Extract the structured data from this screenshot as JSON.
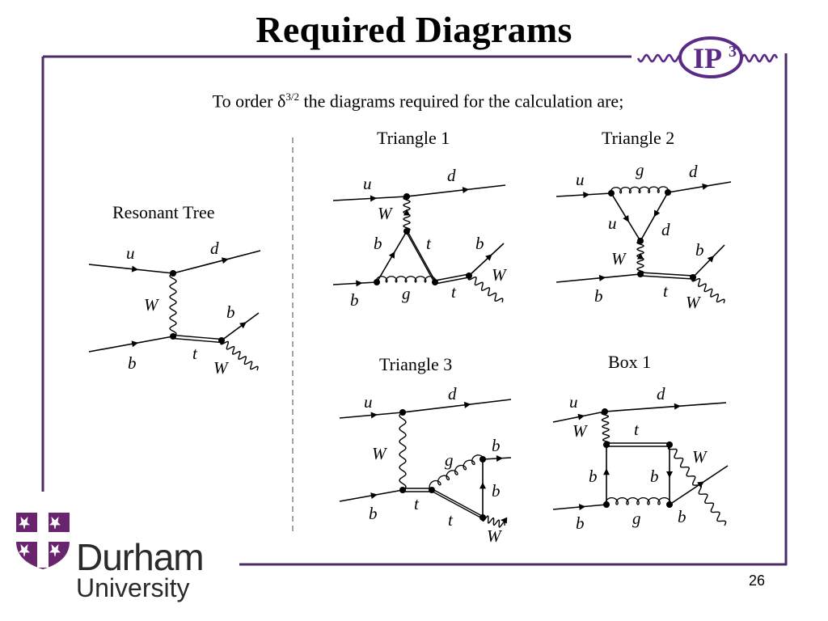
{
  "slide": {
    "title": "Required Diagrams",
    "intro_prefix": "To order δ",
    "intro_exponent": "3/2",
    "intro_suffix": " the diagrams required for the calculation are;",
    "page_number": "26",
    "colors": {
      "frame": "#4b2a68",
      "purple": "#5b2a86"
    }
  },
  "diagrams": {
    "resonant_tree": {
      "title": "Resonant Tree",
      "labels": [
        "u",
        "d",
        "W",
        "b",
        "b",
        "t",
        "W"
      ]
    },
    "triangle1": {
      "title": "Triangle 1",
      "labels": [
        "u",
        "d",
        "W",
        "b",
        "t",
        "b",
        "W",
        "b",
        "g",
        "t"
      ]
    },
    "triangle2": {
      "title": "Triangle 2",
      "labels": [
        "u",
        "g",
        "d",
        "u",
        "d",
        "W",
        "b",
        "b",
        "t",
        "W"
      ]
    },
    "triangle3": {
      "title": "Triangle 3",
      "labels": [
        "u",
        "d",
        "W",
        "g",
        "b",
        "b",
        "b",
        "t",
        "t",
        "W"
      ]
    },
    "box1": {
      "title": "Box 1",
      "labels": [
        "u",
        "d",
        "W",
        "t",
        "W",
        "b",
        "b",
        "b",
        "g",
        "b"
      ]
    }
  },
  "logos": {
    "ip3": {
      "text": "IP",
      "superscript": "3"
    },
    "durham": {
      "name": "Durham",
      "subtitle": "University"
    }
  }
}
